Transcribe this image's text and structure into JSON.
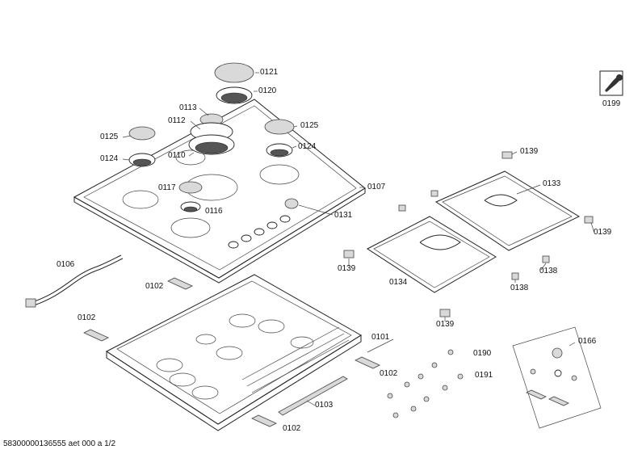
{
  "labels": {
    "l0121": "0121",
    "l0120": "0120",
    "l0113": "0113",
    "l0112": "0112",
    "l0125a": "0125",
    "l0125b": "0125",
    "l0124a": "0124",
    "l0124b": "0124",
    "l0110": "0110",
    "l0117": "0117",
    "l0116": "0116",
    "l0107": "0107",
    "l0131": "0131",
    "l0199": "0199",
    "l0139a": "0139",
    "l0139b": "0139",
    "l0139c": "0139",
    "l0139d": "0139",
    "l0133": "0133",
    "l0134": "0134",
    "l0138a": "0138",
    "l0138b": "0138",
    "l0106": "0106",
    "l0102a": "0102",
    "l0102b": "0102",
    "l0102c": "0102",
    "l0102d": "0102",
    "l0101": "0101",
    "l0103": "0103",
    "l0190": "0190",
    "l0191": "0191",
    "l0166": "0166"
  },
  "footer": "58300000136555 aet 000 a 1/2"
}
